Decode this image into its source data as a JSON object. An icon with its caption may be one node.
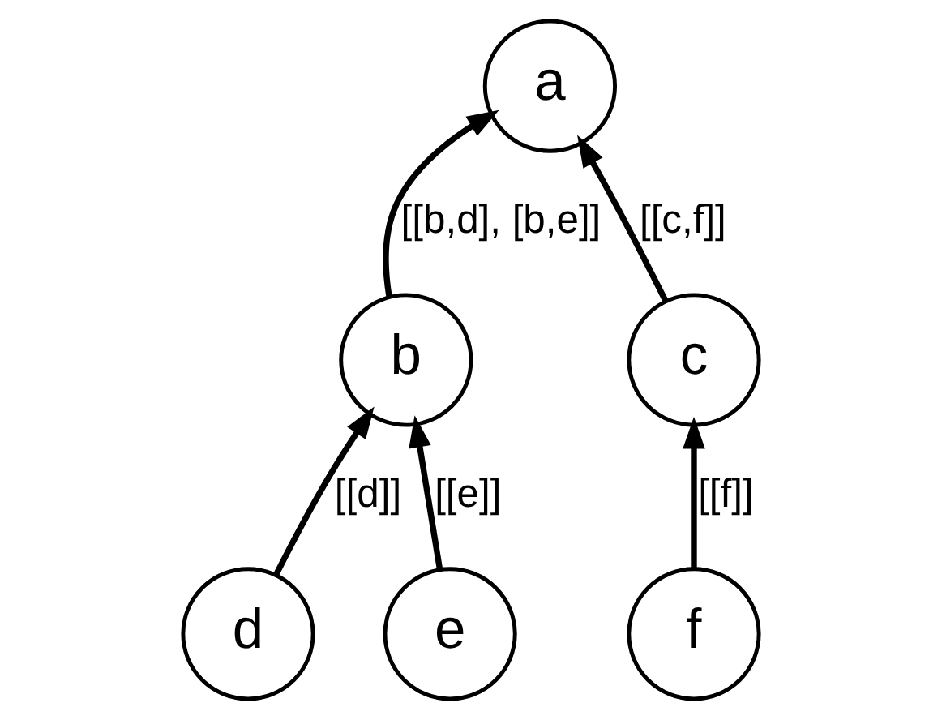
{
  "diagram": {
    "nodes": [
      {
        "text": [
          "a"
        ]
      },
      {
        "text": [
          "b"
        ]
      },
      {
        "text": [
          "c"
        ]
      },
      {
        "text": [
          "d"
        ]
      },
      {
        "text": [
          "e"
        ]
      },
      {
        "text": [
          "f"
        ]
      }
    ],
    "edges": [
      {
        "from": 1,
        "to": 0,
        "arrow": "to",
        "label": "[[b,d], [b,e]]"
      },
      {
        "from": 2,
        "to": 0,
        "arrow": "to",
        "label": "[[c,f]]"
      },
      {
        "from": 3,
        "to": 1,
        "arrow": "to",
        "label": "[[d]]"
      },
      {
        "from": 4,
        "to": 1,
        "arrow": "to",
        "label": "[[e]]"
      },
      {
        "from": 5,
        "to": 2,
        "arrow": "to",
        "label": "[[f]]"
      }
    ]
  }
}
